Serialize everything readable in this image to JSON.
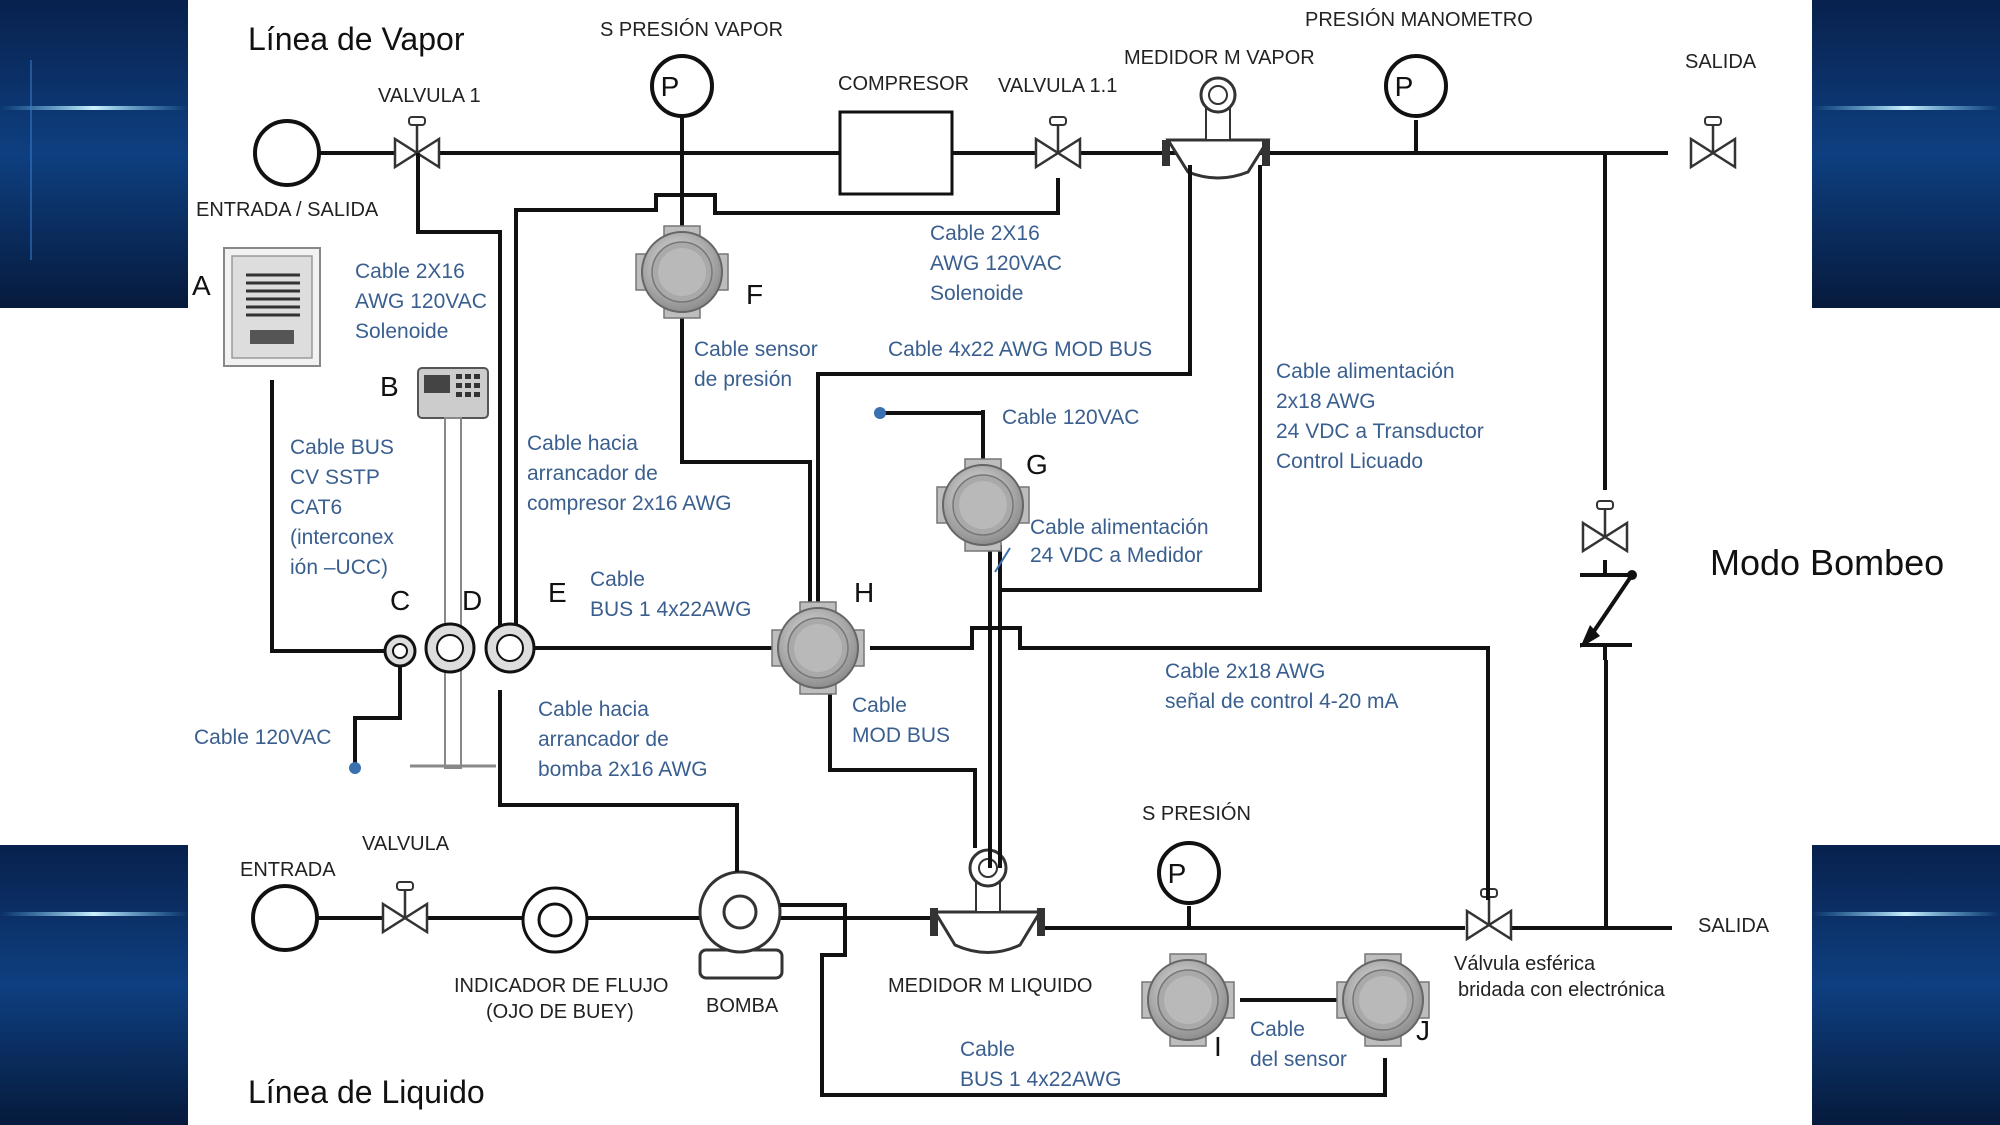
{
  "titles": {
    "vapor_line": "Línea de Vapor",
    "liquid_line": "Línea de Liquido",
    "mode": "Modo Bombeo"
  },
  "vapor": {
    "inout": "ENTRADA / SALIDA",
    "valve1": "VALVULA 1",
    "pressure_sensor": "S PRESIÓN VAPOR",
    "compressor": "COMPRESOR",
    "valve11": "VALVULA 1.1",
    "meter": "MEDIDOR M VAPOR",
    "manometer": "PRESIÓN MANOMETRO",
    "outlet": "SALIDA"
  },
  "liquid": {
    "inlet": "ENTRADA",
    "valve": "VALVULA",
    "flow_indicator_1": "INDICADOR DE FLUJO",
    "flow_indicator_2": "(OJO DE BUEY)",
    "pump": "BOMBA",
    "meter": "MEDIDOR M LIQUIDO",
    "pressure_sensor": "S PRESIÓN",
    "outlet": "SALIDA",
    "ball_valve_1": "Válvula esférica",
    "ball_valve_2": "bridada con electrónica"
  },
  "gauge_symbol": "P",
  "letters": [
    "A",
    "B",
    "C",
    "D",
    "E",
    "F",
    "G",
    "H",
    "I",
    "J"
  ],
  "cables": {
    "sol_a": [
      "Cable 2X16",
      "AWG 120VAC",
      "Solenoide"
    ],
    "sol_b": [
      "Cable 2X16",
      "AWG 120VAC",
      "Solenoide"
    ],
    "pressure_sensor": [
      "Cable sensor",
      "de presión"
    ],
    "modbus_4x22": "Cable 4x22 AWG MOD BUS",
    "power_transducer": [
      "Cable alimentación",
      "2x18 AWG",
      "24 VDC a Transductor",
      "Control Licuado"
    ],
    "c120_top": "Cable 120VAC",
    "bus_cv": [
      "Cable BUS",
      "CV  SSTP",
      "CAT6",
      "(interconex",
      "ión –UCC)"
    ],
    "compressor_starter": [
      "Cable hacia",
      "arrancador de",
      "compresor  2x16 AWG"
    ],
    "power_meter": [
      "Cable alimentación",
      "24 VDC a Medidor"
    ],
    "bus1_top": [
      "Cable",
      "BUS 1 4x22AWG"
    ],
    "control_signal": [
      "Cable 2x18 AWG",
      "señal de control 4-20 mA"
    ],
    "c120_left": "Cable 120VAC",
    "pump_starter": [
      "Cable hacia",
      "arrancador de",
      "bomba  2x16 AWG"
    ],
    "modbus_h": [
      "Cable",
      "MOD BUS"
    ],
    "sensor_ij": [
      "Cable",
      "del sensor"
    ],
    "bus1_bottom": [
      "Cable",
      "BUS 1 4x22AWG"
    ]
  },
  "colors": {
    "cable_text": "#3a5f8f",
    "background_panel": "#0a2a5a"
  }
}
